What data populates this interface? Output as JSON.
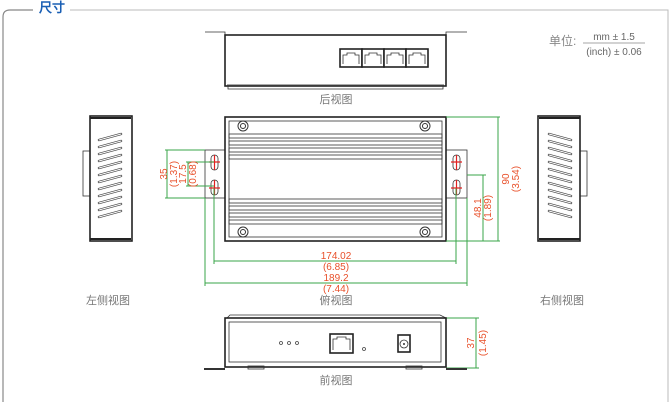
{
  "section_title": "尺寸",
  "units": {
    "label": "单位:",
    "numerator": "mm ± 1.5",
    "denominator": "(inch) ± 0.06"
  },
  "views": {
    "rear": "后视图",
    "top": "俯视图",
    "left": "左侧视图",
    "right": "右侧视图",
    "front": "前视图"
  },
  "dimensions": {
    "height_top": {
      "mm": "90",
      "inch": "(3.54)"
    },
    "mount_spacing_right": {
      "mm": "48.1",
      "inch": "(1.89)"
    },
    "flange_height": {
      "mm": "35",
      "inch": "(1.37)"
    },
    "slot_spacing": {
      "mm": "17.5",
      "inch": "(0.68)"
    },
    "hole_span": {
      "mm": "174.02",
      "inch": "(6.85)"
    },
    "overall_width": {
      "mm": "189.2",
      "inch": "(7.44)"
    },
    "depth": {
      "mm": "37",
      "inch": "(1.45)"
    }
  },
  "colors": {
    "title": "#1a5fb4",
    "dimension_line": "#3aa54a",
    "dimension_text": "#e8502a"
  }
}
